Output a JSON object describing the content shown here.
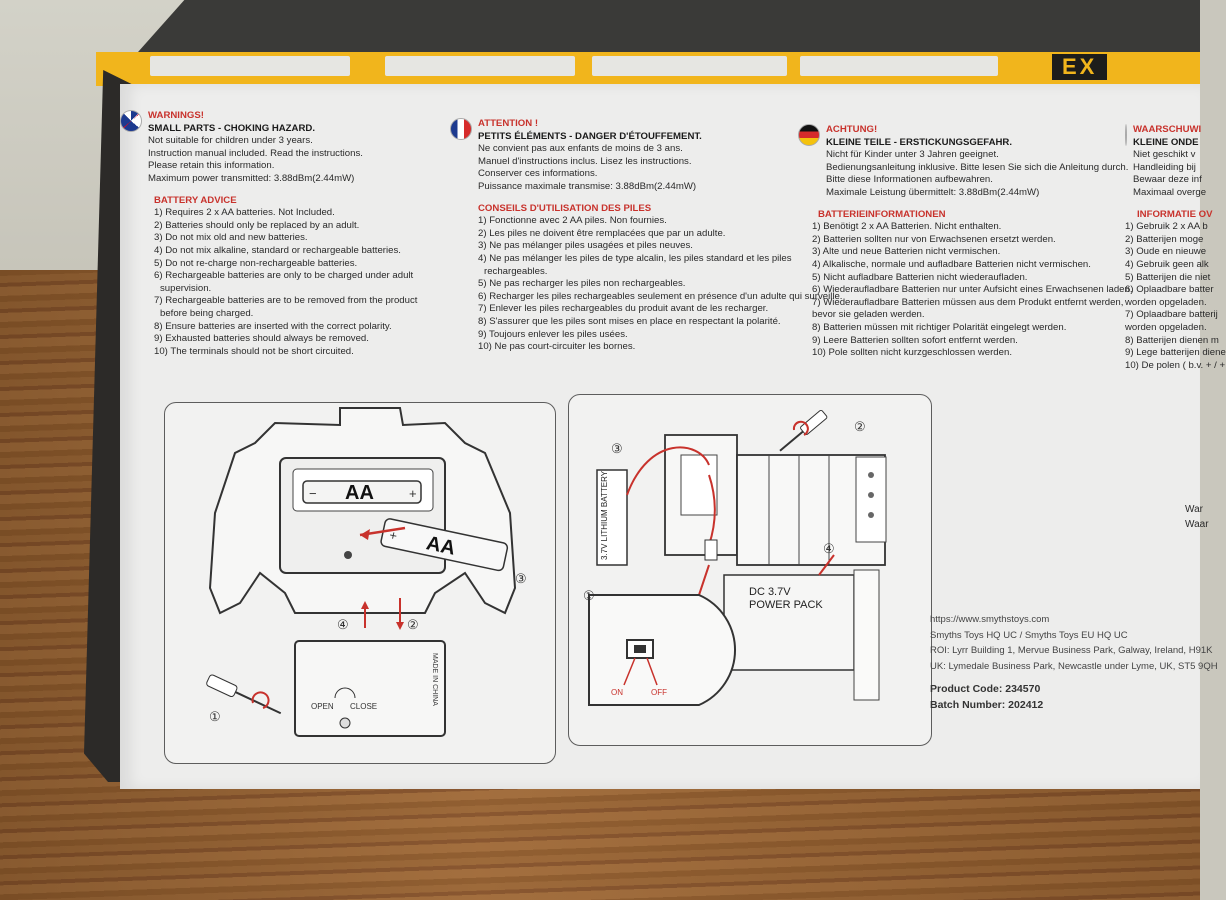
{
  "logo_text": "EX",
  "english": {
    "warnings": "WARNINGS!",
    "hazard": "SMALL PARTS - CHOKING HAZARD.",
    "lines": [
      "Not suitable for children under 3 years.",
      "Instruction manual included. Read the instructions.",
      "Please retain this information.",
      "Maximum power transmitted: 3.88dBm(2.44mW)"
    ],
    "battery_heading": "BATTERY ADVICE",
    "battery_lines": [
      "1) Requires  2 x AA batteries. Not Included.",
      "2) Batteries should only be replaced by an adult.",
      "3) Do not mix old and new batteries.",
      "4) Do not mix alkaline, standard or rechargeable batteries.",
      "5) Do not re-charge non-rechargeable batteries.",
      "6) Rechargeable batteries are only to be charged under adult",
      "supervision.",
      "7) Rechargeable batteries are to be removed from the product",
      "before being charged.",
      "8) Ensure batteries are inserted with the correct polarity.",
      "9) Exhausted batteries should always be removed.",
      "10) The terminals should not be short circuited."
    ]
  },
  "french": {
    "warnings": "ATTENTION !",
    "hazard": "PETITS ÉLÉMENTS - DANGER D'ÉTOUFFEMENT.",
    "lines": [
      "Ne convient pas aux enfants de moins de 3 ans.",
      "Manuel d'instructions inclus. Lisez les instructions.",
      "Conserver ces informations.",
      "Puissance maximale transmise: 3.88dBm(2.44mW)"
    ],
    "battery_heading": "CONSEILS D'UTILISATION DES PILES",
    "battery_lines": [
      "1) Fonctionne avec 2 AA  piles. Non fournies.",
      "2) Les piles ne doivent être remplacées que par un adulte.",
      "3) Ne pas mélanger piles usagées et piles neuves.",
      "4) Ne pas mélanger les piles de type alcalin, les piles standard et les piles",
      "rechargeables.",
      "5) Ne pas recharger les piles non rechargeables.",
      "6) Recharger les piles rechargeables seulement en présence d'un adulte qui surveille.",
      "7) Enlever les piles rechargeables du produit avant de les recharger.",
      "8) S'assurer que les piles sont mises en place en respectant la polarité.",
      "9) Toujours enlever les piles usées.",
      "10) Ne pas court-circuiter les bornes."
    ]
  },
  "german": {
    "warnings": "ACHTUNG!",
    "hazard": "KLEINE TEILE - ERSTICKUNGSGEFAHR.",
    "lines": [
      "Nicht für Kinder unter 3 Jahren geeignet.",
      "Bedienungsanleitung inklusive. Bitte lesen Sie sich die Anleitung durch.",
      "Bitte diese Informationen aufbewahren.",
      "Maximale Leistung übermittelt: 3.88dBm(2.44mW)"
    ],
    "battery_heading": "BATTERIEINFORMATIONEN",
    "battery_lines": [
      "1) Benötigt 2 x AA Batterien. Nicht enthalten.",
      "2) Batterien sollten nur von Erwachsenen ersetzt werden.",
      "3) Alte und neue Batterien nicht vermischen.",
      "4) Alkalische, normale und aufladbare Batterien nicht vermischen.",
      "5) Nicht aufladbare Batterien nicht wiederaufladen.",
      "6) Wiederaufladbare Batterien nur unter Aufsicht eines Erwachsenen laden.",
      "7) Wiederaufladbare Batterien müssen aus dem Produkt entfernt werden,",
      "bevor sie geladen werden.",
      "8) Batterien müssen mit richtiger Polarität eingelegt werden.",
      "9) Leere Batterien sollten sofort entfernt werden.",
      "10) Pole sollten nicht kurzgeschlossen werden."
    ]
  },
  "dutch": {
    "warnings": "WAARSCHUWI",
    "hazard": "KLEINE ONDE",
    "lines": [
      "Niet geschikt v",
      "Handleiding bij",
      "Bewaar deze inf",
      "Maximaal overge"
    ],
    "battery_heading": "INFORMATIE OV",
    "battery_lines": [
      "1) Gebruik 2 x AA b",
      "2) Batterijen moge",
      "3) Oude en nieuwe",
      "4) Gebruik geen alk",
      "5) Batterijen die niet",
      "6) Oplaadbare batter",
      "worden opgeladen.",
      "7) Oplaadbare batterij",
      "worden opgeladen.",
      "8) Batterijen dienen m",
      "9) Lege batterijen diene",
      "10) De polen ( b.v. + / +"
    ]
  },
  "diagram_left": {
    "aa_label_1": "AA",
    "aa_label_2": "AA",
    "step_1": "①",
    "step_2": "②",
    "step_3": "③",
    "step_4": "④",
    "made_in": "MADE IN CHINA",
    "open": "OPEN",
    "close": "CLOSE"
  },
  "diagram_right": {
    "lithium": "3.7V LITHIUM BATTERY",
    "power_pack_1": "DC  3.7V",
    "power_pack_2": "POWER PACK",
    "on": "ON",
    "off": "OFF",
    "step_1": "①",
    "step_2": "②",
    "step_3": "③",
    "step_4": "④"
  },
  "info": {
    "url": "https://www.smythstoys.com",
    "hq": "Smyths Toys HQ UC / Smyths Toys EU HQ UC",
    "roi": "ROI: Lyrr Building 1, Mervue Business Park, Galway, Ireland, H91K",
    "uk": "UK: Lymedale Business Park, Newcastle under Lyme, UK, ST5 9QH",
    "product_code": "Product Code: 234570",
    "batch": "Batch Number: 202412"
  },
  "cutoff_right": [
    "War",
    "Waar"
  ]
}
